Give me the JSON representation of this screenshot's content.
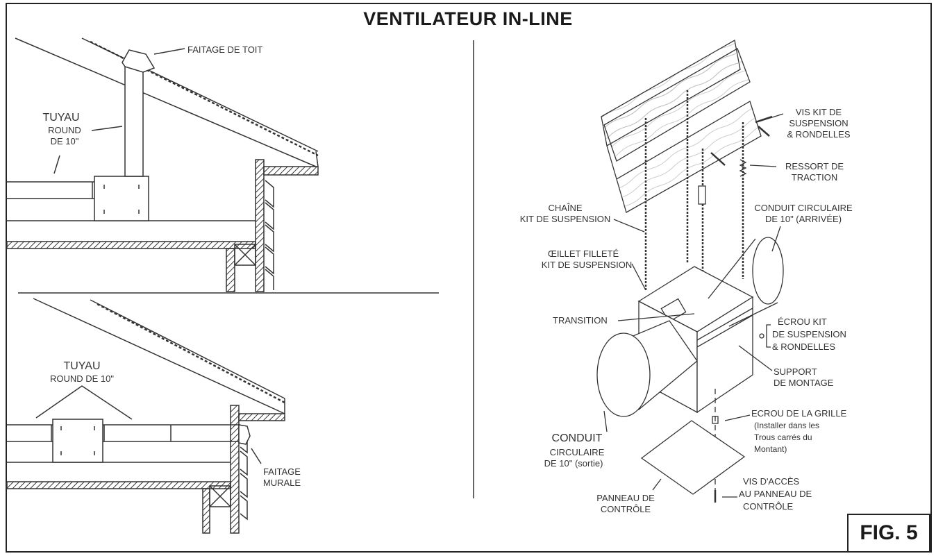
{
  "title": "VENTILATEUR IN-LINE",
  "figure_label": "FIG. 5",
  "left_top": {
    "faitage_toit": "FAITAGE DE TOIT",
    "tuyau_l1": "TUYAU",
    "tuyau_l2": "ROUND",
    "tuyau_l3": "DE 10\""
  },
  "left_bottom": {
    "tuyau_l1": "TUYAU",
    "tuyau_l2": "ROUND DE 10\"",
    "faitage_l1": "FAITAGE",
    "faitage_l2": "MURALE"
  },
  "right": {
    "vis_kit_l1": "VIS KIT DE",
    "vis_kit_l2": "SUSPENSION",
    "vis_kit_l3": "& RONDELLES",
    "ressort_l1": "RESSORT DE",
    "ressort_l2": "TRACTION",
    "chaine_l1": "CHAÎNE",
    "chaine_l2": "KIT DE SUSPENSION",
    "conduit_arrivee_l1": "CONDUIT CIRCULAIRE",
    "conduit_arrivee_l2": "DE 10\" (ARRIVÉE)",
    "oeillet_l1": "ŒILLET FILLETÉ",
    "oeillet_l2": "KIT DE SUSPENSION",
    "transition": "TRANSITION",
    "ecrou_kit_l1": "ÉCROU KIT",
    "ecrou_kit_l2": "DE SUSPENSION",
    "ecrou_kit_l3": "& RONDELLES",
    "support_l1": "SUPPORT",
    "support_l2": "DE MONTAGE",
    "ecrou_grille_l1": "ECROU DE LA GRILLE",
    "ecrou_grille_l2": "(Installer dans les",
    "ecrou_grille_l3": "Trous carrés du",
    "ecrou_grille_l4": "Montant)",
    "conduit_sortie_l1": "CONDUIT",
    "conduit_sortie_l2": "CIRCULAIRE",
    "conduit_sortie_l3": "DE 10\" (sortie)",
    "panneau_l1": "PANNEAU DE",
    "panneau_l2": "CONTRÔLE",
    "vis_acces_l1": "VIS D'ACCÈS",
    "vis_acces_l2": "AU PANNEAU DE",
    "vis_acces_l3": "CONTRÔLE"
  }
}
